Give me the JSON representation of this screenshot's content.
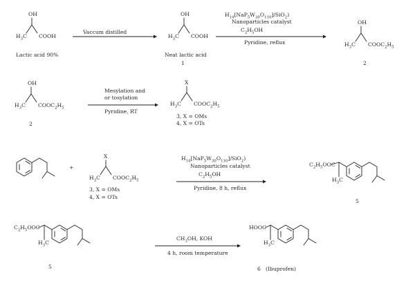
{
  "reaction1": {
    "reactant": {
      "oh": "OH",
      "ch3": "H",
      "ch3_sub": "3",
      "ch3_c": "C",
      "cooh": "COOH",
      "name": "Lactic acid 90%"
    },
    "arrow_label": "Vaccum distilled",
    "intermediate": {
      "oh": "OH",
      "ch3": "H",
      "ch3_sub": "3",
      "ch3_c": "C",
      "cooh": "COOH",
      "name": "Neat lactic acid",
      "number": "1"
    },
    "conditions": {
      "catalyst": {
        "h": "H",
        "h_sub": "14",
        "na": "[NaP",
        "na_sub": "5",
        "w": "W",
        "w_sub": "30",
        "o": "O",
        "o_sub": "110",
        "end": "]/SiO",
        "end_sub": "2",
        "close": ")"
      },
      "line2": "Nanoparticles catalyst",
      "ethanol": {
        "c": "C",
        "c_sub": "2",
        "h": "H",
        "h_sub": "5",
        "oh": "OH"
      },
      "line4": "Pyridine, reflux"
    },
    "product": {
      "oh": "OH",
      "ch3": "H",
      "ch3_sub": "3",
      "ch3_c": "C",
      "ester": "COOC",
      "ester_sub": "2",
      "ester_h": "H",
      "ester_h_sub": "5",
      "number": "2"
    }
  },
  "reaction2": {
    "reactant": {
      "oh": "OH",
      "ch3": "H",
      "ch3_sub": "3",
      "ch3_c": "C",
      "ester": "COOC",
      "ester_sub": "2",
      "ester_h": "H",
      "ester_h_sub": "5",
      "number": "2"
    },
    "arrow_above_1": "Mesylation and",
    "arrow_above_2": "or tosylation",
    "arrow_below": "Pyridine, RT",
    "product": {
      "x": "X",
      "ch3": "H",
      "ch3_sub": "3",
      "ch3_c": "C",
      "ester": "COOC",
      "ester_sub": "2",
      "ester_h": "H",
      "ester_h_sub": "5",
      "label1": "3, X = OMs",
      "label2": "4, X = OTs"
    }
  },
  "reaction3": {
    "plus": "+",
    "reagent": {
      "x": "X",
      "ch3": "H",
      "ch3_sub": "3",
      "ch3_c": "C",
      "ester": "COOC",
      "ester_sub": "2",
      "ester_h": "H",
      "ester_h_sub": "5",
      "label1": "3, X = OMs",
      "label2": "4, X = OTs"
    },
    "conditions": {
      "catalyst": {
        "h": "H",
        "h_sub": "14",
        "na": "[NaP",
        "na_sub": "5",
        "w": "W",
        "w_sub": "30",
        "o": "O",
        "o_sub": "110",
        "end": "]/SiO",
        "end_sub": "2",
        "close": ")"
      },
      "line2": "Nanoparticles catalyst",
      "ethanol": {
        "c": "C",
        "c_sub": "2",
        "h": "H",
        "h_sub": "5",
        "oh": "OH"
      },
      "line4": "Pyridine, 8 h, reflux"
    },
    "product": {
      "ester_c": "C",
      "ester_c_sub": "2",
      "ester_h": "H",
      "ester_h_sub": "5",
      "ester_end": "OOC",
      "ch3": "H",
      "ch3_sub": "3",
      "ch3_c": "C",
      "number": "5"
    }
  },
  "reaction4": {
    "reactant": {
      "ester_c": "C",
      "ester_c_sub": "2",
      "ester_h": "H",
      "ester_h_sub": "5",
      "ester_end": "OOC",
      "ch3": "H",
      "ch3_sub": "3",
      "ch3_c": "C",
      "number": "5"
    },
    "arrow_above": {
      "c": "CH",
      "c_sub": "3",
      "rest": "OH, KOH"
    },
    "arrow_below": "4 h, room temperature",
    "product": {
      "acid": "HOOC",
      "ch3": "H",
      "ch3_sub": "3",
      "ch3_c": "C",
      "number": "6",
      "name": "(Ibuprofen)"
    }
  }
}
